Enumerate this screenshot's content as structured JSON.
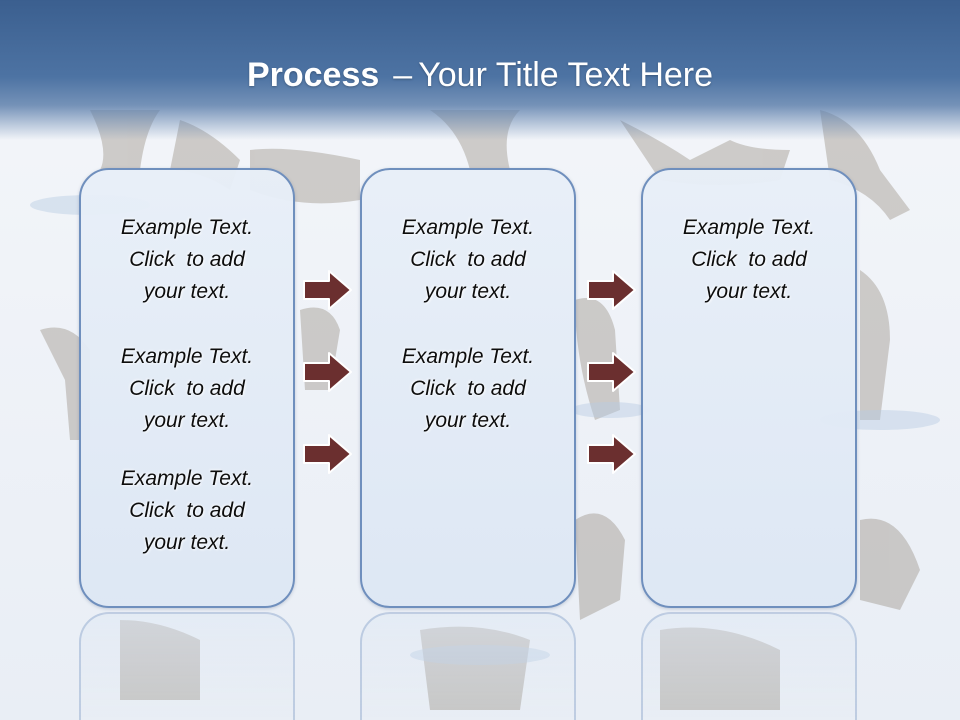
{
  "title": {
    "bold": "Process",
    "dash": "–",
    "rest": "Your Title Text Here"
  },
  "columns": [
    {
      "items": [
        {
          "line1": "Example Text.",
          "line2": "Click  to add",
          "line3": "your text."
        },
        {
          "line1": "Example Text.",
          "line2": "Click  to add",
          "line3": "your text."
        },
        {
          "line1": "Example Text.",
          "line2": "Click  to add",
          "line3": "your text."
        }
      ]
    },
    {
      "items": [
        {
          "line1": "Example Text.",
          "line2": "Click  to add",
          "line3": "your text."
        },
        {
          "line1": "Example Text.",
          "line2": "Click  to add",
          "line3": "your text."
        }
      ]
    },
    {
      "items": [
        {
          "line1": "Example Text.",
          "line2": "Click  to add",
          "line3": "your text."
        }
      ]
    }
  ],
  "colors": {
    "title_band": "#4d73a3",
    "box_border": "#6f8fbd",
    "box_fill": "#e2eaf5",
    "arrow_fill": "#6b2f2f",
    "arrow_stroke": "#ffffff",
    "text": "#0d0d0d"
  },
  "icons": {
    "arrow": "right-arrow-icon",
    "background": "reindeer-photo"
  }
}
